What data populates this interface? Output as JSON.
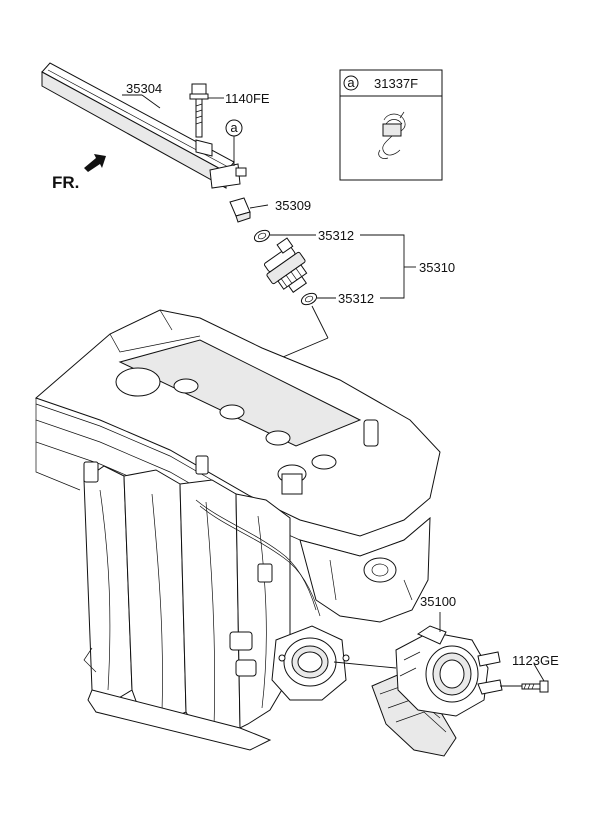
{
  "front_marker": {
    "label": "FR."
  },
  "callout_box": {
    "badge": "a",
    "part_no": "31337F"
  },
  "rail_callout": {
    "badge": "a"
  },
  "parts": {
    "fuel_rail": "35304",
    "rail_bolt": "1140FE",
    "clip": "35309",
    "o_ring_top": "35312",
    "injector": "35310",
    "o_ring_bottom": "35312",
    "throttle_body": "35100",
    "throttle_bolt": "1123GE"
  }
}
